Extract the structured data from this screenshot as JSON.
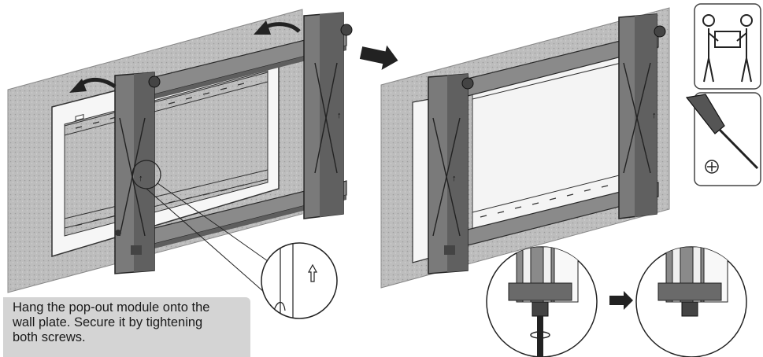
{
  "caption": {
    "lines": [
      "Hang the pop-out module onto the",
      "wall plate. Secure it by tightening",
      "both screws."
    ]
  },
  "colors": {
    "wall": "#b9b9b9",
    "wall_dark": "#a8a8a8",
    "frame": "#6f6f6f",
    "frame_dark": "#3c3c3c",
    "plate": "#f4f4f4",
    "caption_bg": "#d4d4d4",
    "arrow": "#222222"
  },
  "icons": {
    "two_person_lift": "two-person-lift-icon",
    "screwdriver": "phillips-screwdriver-icon",
    "phillips_symbol": "⊕"
  }
}
